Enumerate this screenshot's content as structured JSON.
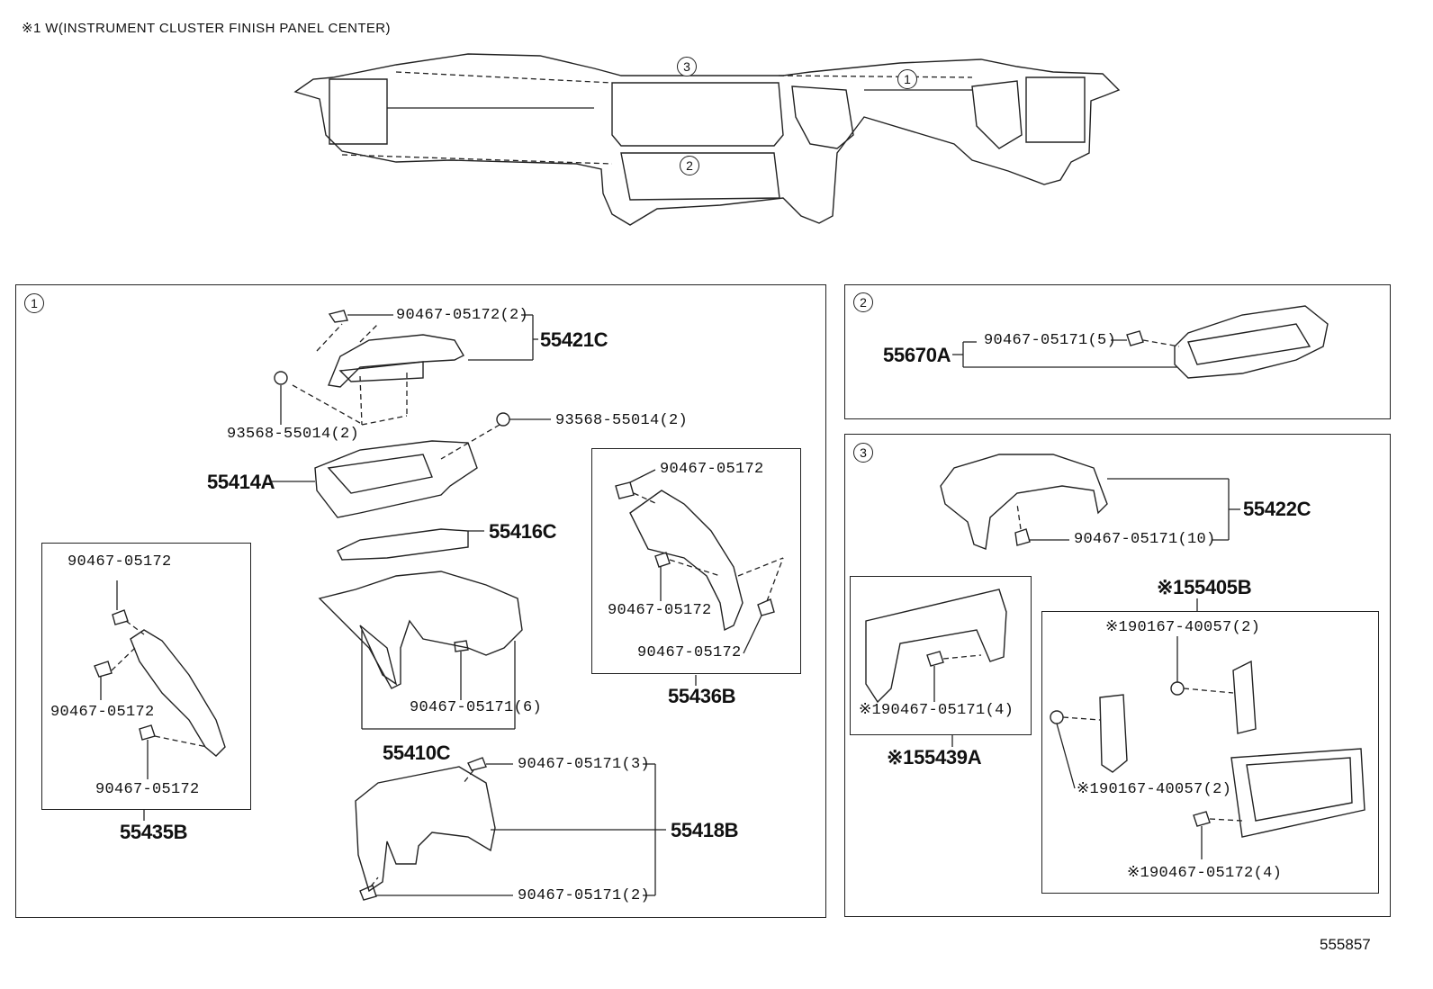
{
  "header": {
    "note": "※1 W(INSTRUMENT CLUSTER FINISH PANEL CENTER)"
  },
  "overview": {
    "callout_1": "1",
    "callout_2": "2",
    "callout_3": "3"
  },
  "panel1": {
    "index": "1",
    "clip_55421c": "90467-05172(2)",
    "p_55421c": "55421C",
    "screw_left": "93568-55014(2)",
    "screw_right": "93568-55014(2)",
    "p_55414a": "55414A",
    "p_55416c": "55416C",
    "clip_55410c": "90467-05171(6)",
    "p_55410c": "55410C",
    "clip_55418b_top": "90467-05171(3)",
    "clip_55418b_bot": "90467-05171(2)",
    "p_55418b": "55418B",
    "sub_55435b": {
      "clip_a": "90467-05172",
      "clip_b": "90467-05172",
      "clip_c": "90467-05172",
      "part": "55435B"
    },
    "sub_55436b": {
      "clip_a": "90467-05172",
      "clip_b": "90467-05172",
      "clip_c": "90467-05172",
      "part": "55436B"
    }
  },
  "panel2": {
    "index": "2",
    "clip": "90467-05171(5)",
    "part": "55670A"
  },
  "panel3": {
    "index": "3",
    "clip_55422c": "90467-05171(10)",
    "p_55422c": "55422C",
    "p_55405b": "※155405B",
    "screw_top": "※190167-40057(2)",
    "screw_bot": "※190167-40057(2)",
    "clip_55405b": "※190467-05172(4)",
    "clip_55439a": "※190467-05171(4)",
    "p_55439a": "※155439A"
  },
  "footer": {
    "ref": "555857"
  }
}
